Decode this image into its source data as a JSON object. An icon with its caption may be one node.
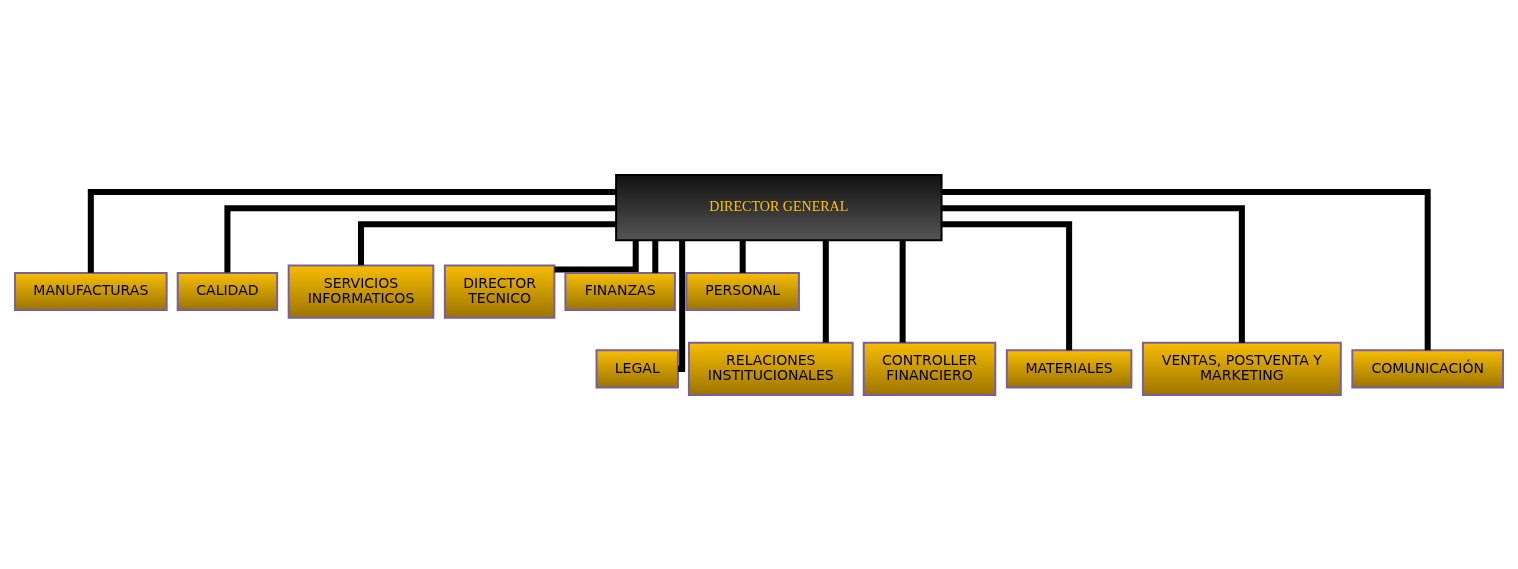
{
  "diagram": {
    "nodes": [
      {
        "text": [
          "DIRECTOR GENERAL"
        ]
      },
      {
        "text": [
          "MANUFACTURAS"
        ]
      },
      {
        "text": [
          "CALIDAD"
        ]
      },
      {
        "text": [
          "SERVICIOS INFORMATICOS"
        ]
      },
      {
        "text": [
          "DIRECTOR TECNICO"
        ]
      },
      {
        "text": [
          "FINANZAS"
        ]
      },
      {
        "text": [
          "PERSONAL"
        ]
      },
      {
        "text": [
          "LEGAL"
        ]
      },
      {
        "text": [
          "RELACIONES INSTITUCIONALES"
        ]
      },
      {
        "text": [
          "CONTROLLER FINANCIERO"
        ]
      },
      {
        "text": [
          "MATERIALES"
        ]
      },
      {
        "text": [
          "VENTAS, POSTVENTA Y MARKETING"
        ]
      },
      {
        "text": [
          "COMUNICACIÓN"
        ]
      }
    ],
    "edges": [
      {
        "from": 0,
        "to": 7,
        "arrow": "none"
      },
      {
        "from": 0,
        "to": 1,
        "arrow": "none"
      },
      {
        "from": 0,
        "to": 8,
        "arrow": "none"
      },
      {
        "from": 0,
        "to": 2,
        "arrow": "none"
      },
      {
        "from": 0,
        "to": 9,
        "arrow": "none"
      },
      {
        "from": 0,
        "to": 3,
        "arrow": "none"
      },
      {
        "from": 0,
        "to": 10,
        "arrow": "none"
      },
      {
        "from": 0,
        "to": 4,
        "arrow": "none"
      },
      {
        "from": 0,
        "to": 11,
        "arrow": "none"
      },
      {
        "from": 0,
        "to": 5,
        "arrow": "none"
      },
      {
        "from": 0,
        "to": 12,
        "arrow": "none"
      },
      {
        "from": 0,
        "to": 6,
        "arrow": "none"
      }
    ]
  }
}
